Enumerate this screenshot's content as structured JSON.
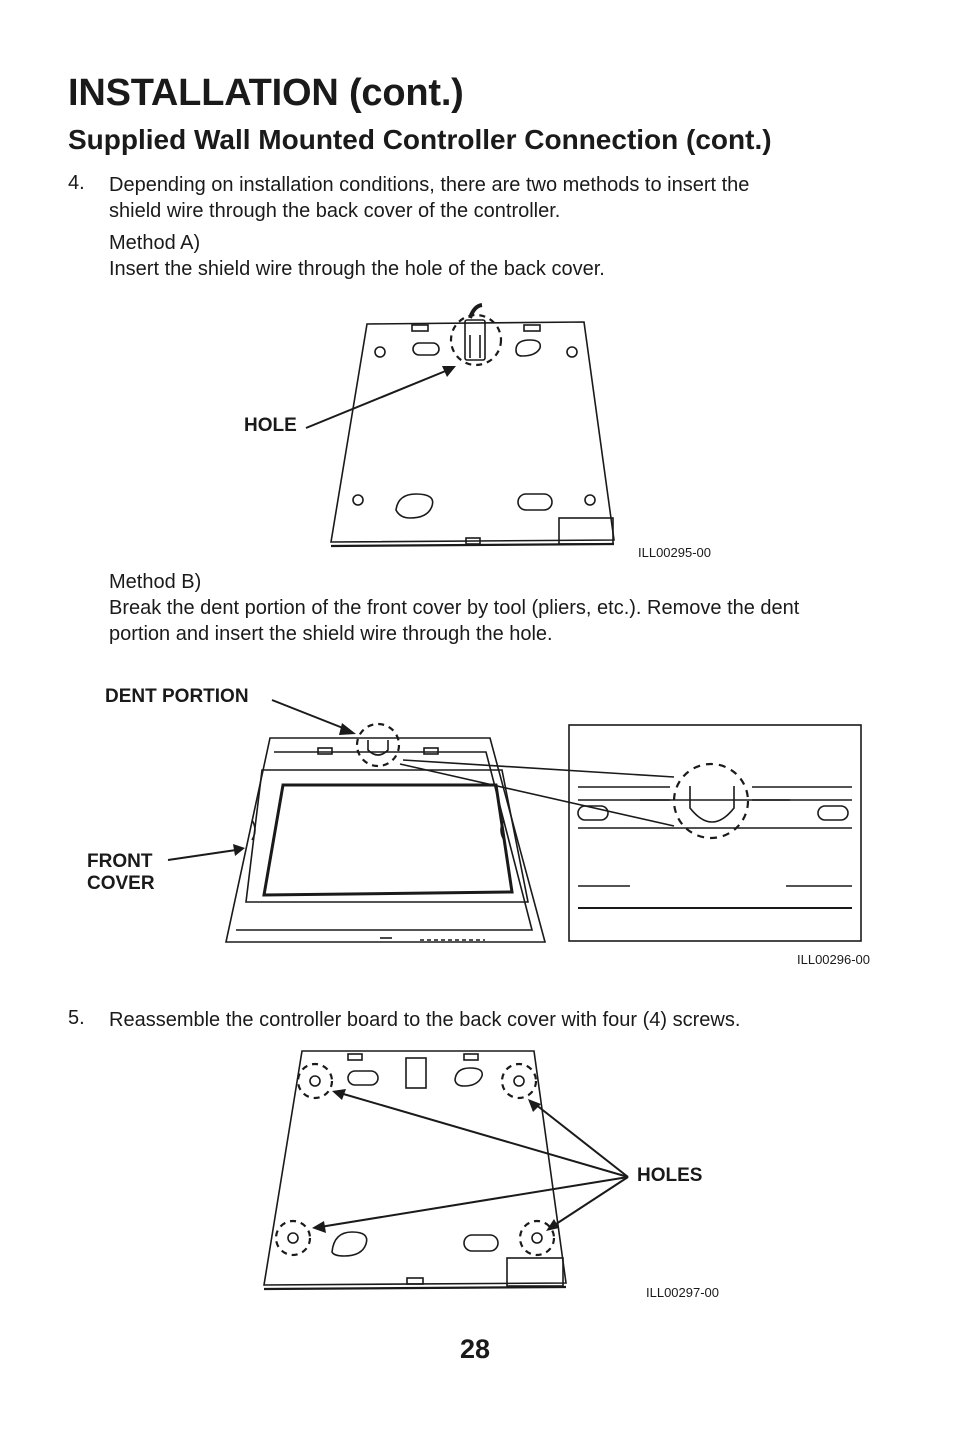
{
  "page": {
    "title": "INSTALLATION (cont.)",
    "subtitle": "Supplied Wall Mounted Controller Connection (cont.)",
    "page_number": "28"
  },
  "step4": {
    "number": "4.",
    "text_line1": "Depending on installation conditions, there are two methods to insert the",
    "text_line2": "shield wire through the back cover of the controller.",
    "method_a_title": "Method A)",
    "method_a_text": "Insert the shield wire through the hole of the back cover.",
    "method_b_title": "Method B)",
    "method_b_line1": "Break the dent portion of the front cover by tool (pliers, etc.). Remove the dent",
    "method_b_line2": "portion and insert the shield wire through the hole."
  },
  "step5": {
    "number": "5.",
    "text": "Reassemble the controller board to the back cover with four (4) screws."
  },
  "figures": {
    "fig1": {
      "callout": "HOLE",
      "code": "ILL00295-00"
    },
    "fig2": {
      "callout_dent": "DENT PORTION",
      "callout_front_1": "FRONT",
      "callout_front_2": "COVER",
      "code": "ILL00296-00"
    },
    "fig3": {
      "callout": "HOLES",
      "code": "ILL00297-00"
    }
  }
}
